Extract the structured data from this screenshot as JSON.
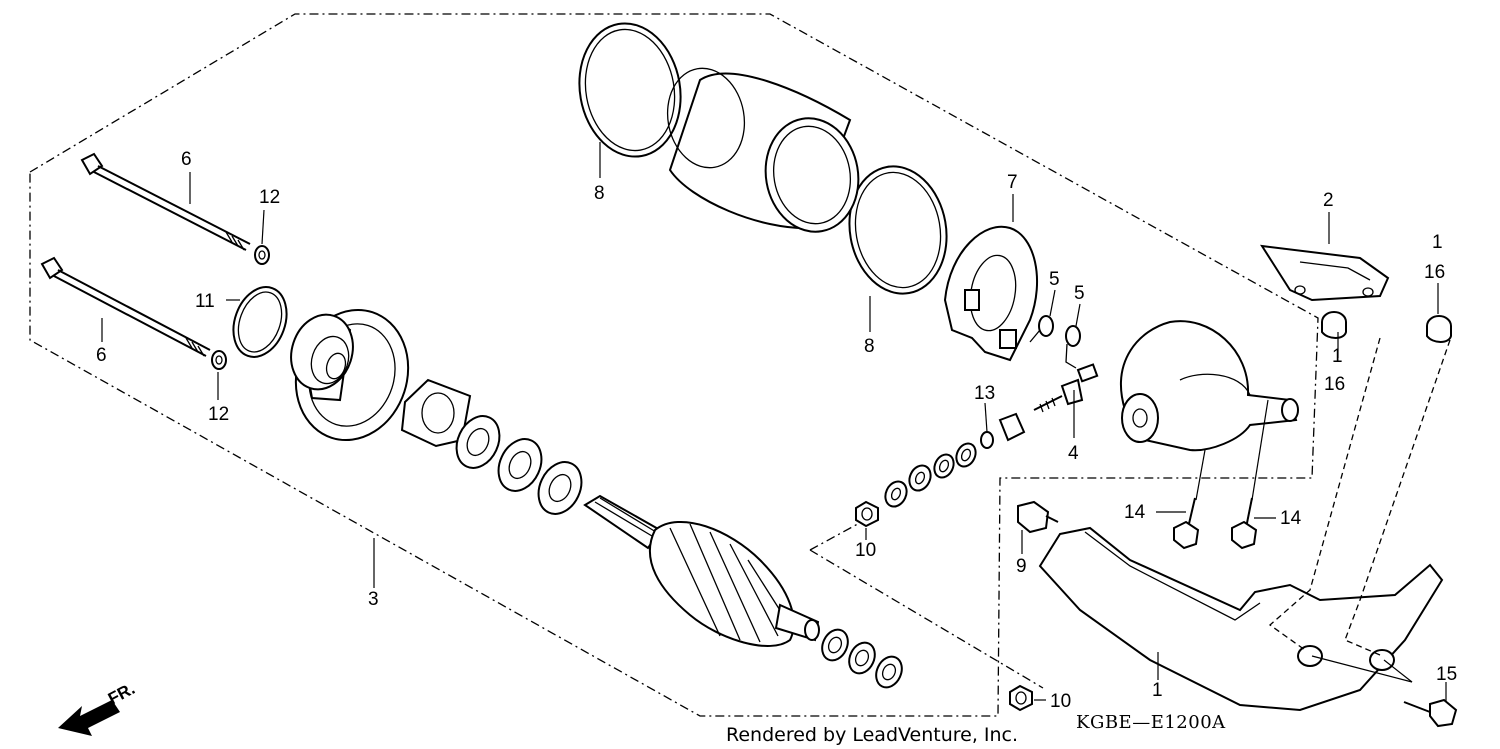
{
  "diagram": {
    "callouts": {
      "c1a": "1",
      "c1b": "1",
      "c1c": "1",
      "c2": "2",
      "c3": "3",
      "c4": "4",
      "c5a": "5",
      "c5b": "5",
      "c6a": "6",
      "c6b": "6",
      "c7": "7",
      "c8a": "8",
      "c8b": "8",
      "c9": "9",
      "c10a": "10",
      "c10b": "10",
      "c11": "11",
      "c12a": "12",
      "c12b": "12",
      "c13": "13",
      "c14a": "14",
      "c14b": "14",
      "c15": "15",
      "c16a": "16",
      "c16b": "16"
    },
    "diagram_code": "KGBE—E1200A",
    "credit": "Rendered by LeadVenture, Inc.",
    "front_marker": "FR."
  }
}
